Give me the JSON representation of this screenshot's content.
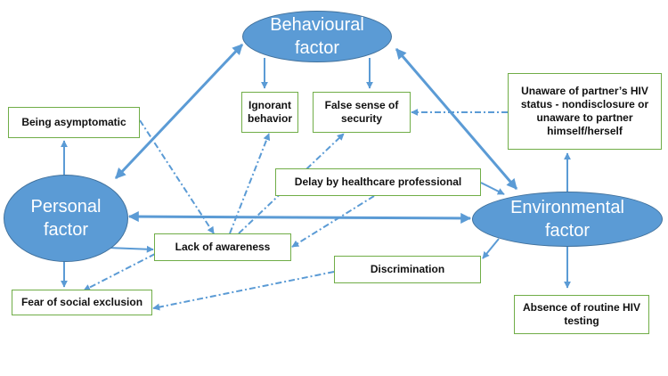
{
  "colors": {
    "oval_fill": "#5b9bd5",
    "oval_border": "#41719c",
    "box_border": "#70ad47",
    "arrow": "#5b9bd5"
  },
  "ovals": {
    "behavioural": "Behavioural\nfactor",
    "personal": "Personal\nfactor",
    "environmental": "Environmental\nfactor"
  },
  "boxes": {
    "asymptomatic": "Being asymptomatic",
    "ignorant": "Ignorant\nbehavior",
    "false_security": "False sense of\nsecurity",
    "unaware_partner": "Unaware of partner’s HIV\nstatus - nondisclosure or\nunaware to partner\nhimself/herself",
    "delay": "Delay by healthcare professional",
    "lack_awareness": "Lack of awareness",
    "discrimination": "Discrimination",
    "fear": "Fear of social exclusion",
    "absence_testing": "Absence of routine HIV\ntesting"
  }
}
